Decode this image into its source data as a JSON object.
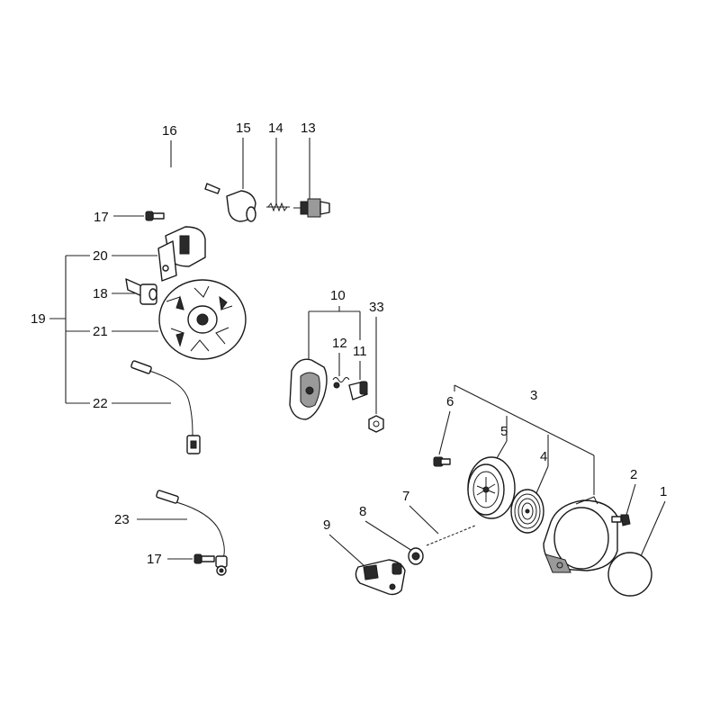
{
  "callouts": {
    "c1": "1",
    "c2": "2",
    "c3": "3",
    "c4": "4",
    "c5": "5",
    "c6": "6",
    "c7": "7",
    "c8": "8",
    "c9": "9",
    "c10": "10",
    "c11": "11",
    "c12": "12",
    "c13": "13",
    "c14": "14",
    "c15": "15",
    "c16": "16",
    "c17a": "17",
    "c17b": "17",
    "c18": "18",
    "c19": "19",
    "c20": "20",
    "c21": "21",
    "c22": "22",
    "c23": "23",
    "c33": "33"
  }
}
